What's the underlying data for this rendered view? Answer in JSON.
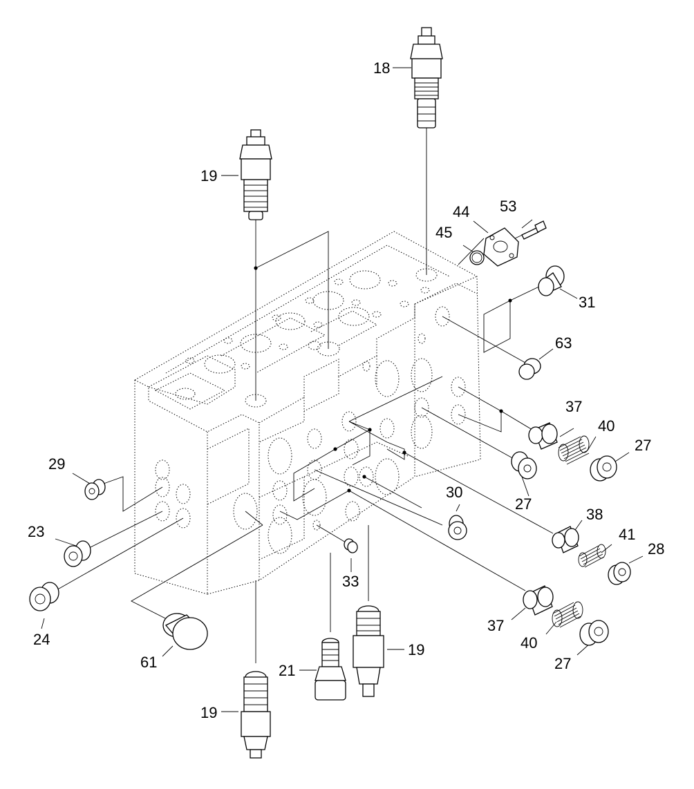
{
  "labels": {
    "p18": "18",
    "p19_top": "19",
    "p44": "44",
    "p53": "53",
    "p45": "45",
    "p31": "31",
    "p63": "63",
    "p37_upper": "37",
    "p40_upper": "40",
    "p27_upper": "27",
    "p27_mid": "27",
    "p29": "29",
    "p30": "30",
    "p38": "38",
    "p41": "41",
    "p28": "28",
    "p23": "23",
    "p33": "33",
    "p24": "24",
    "p37_lower": "37",
    "p40_lower": "40",
    "p61": "61",
    "p19_right": "19",
    "p27_lower": "27",
    "p21": "21",
    "p19_bottom": "19"
  }
}
